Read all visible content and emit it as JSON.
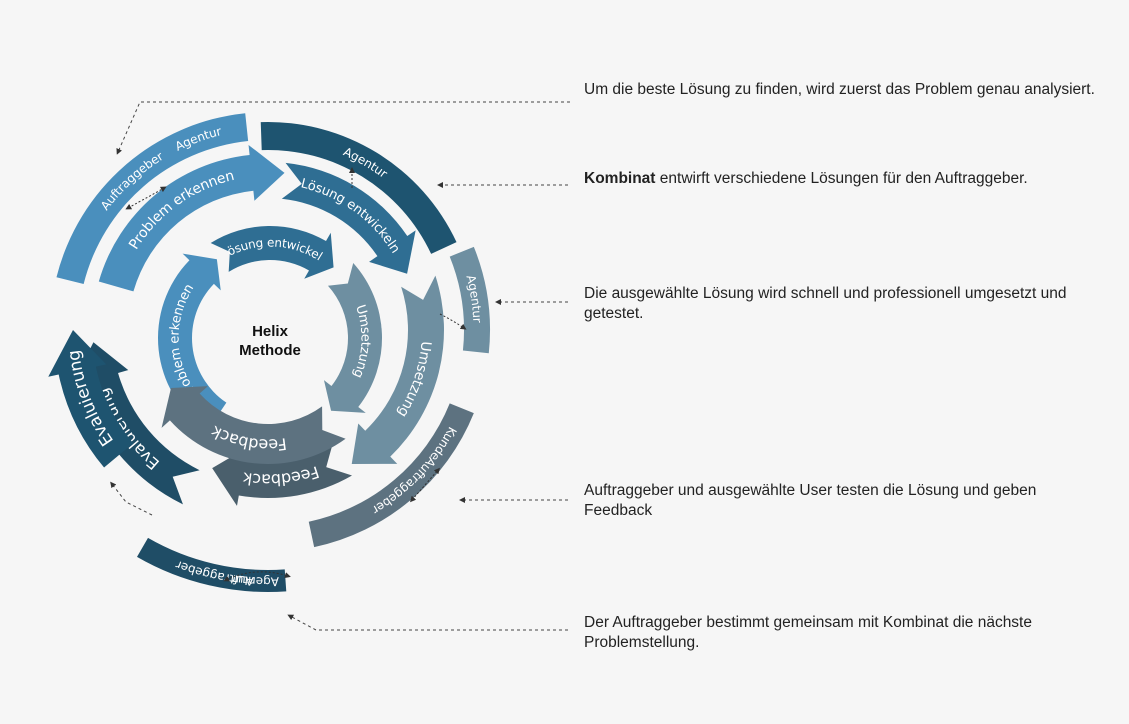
{
  "center": {
    "line1": "Helix",
    "line2": "Methode"
  },
  "rings": {
    "inner": [
      "Lösung entwickeln",
      "Umsetzung",
      "Feedback",
      "Problem erkennen"
    ],
    "middle": [
      "Lösung entwickeln",
      "Umsetzung",
      "Feedback",
      "Evaluierung",
      "Problem erkennen"
    ],
    "roles": {
      "agentur_top": "Agentur",
      "agentur_right": "Agentur",
      "auftraggeber_left": "Auftraggeber",
      "agentur_left": "Agentur",
      "kunde": "Kunde",
      "auftraggeber_right": "Auftraggeber",
      "bottom_auftraggeber": "Auftraggeber",
      "bottom_agentur": "Agentur"
    },
    "evaluierung_outer": "Evaluierung"
  },
  "descriptions": [
    {
      "bold": "",
      "text": "Um die beste Lösung zu finden, wird zuerst das Problem genau analysiert."
    },
    {
      "bold": "Kombinat",
      "text": " entwirft verschiedene Lösungen für den Auftraggeber."
    },
    {
      "bold": "",
      "text": "Die ausgewählte Lösung wird schnell und professionell umgesetzt und getestet."
    },
    {
      "bold": "",
      "text": "Auftraggeber und ausgewählte User testen die Lösung und geben Feedback"
    },
    {
      "bold": "",
      "text": "Der Auftraggeber bestimmt gemeinsam mit Kombinat die nächste Problemstellung."
    }
  ],
  "colors": {
    "light_blue": "#4a8fbd",
    "mid_blue": "#2f6e93",
    "dark_blue": "#1e5470",
    "steel": "#6e8fa1",
    "slate": "#5d7280",
    "slate_dark": "#4a5f6c",
    "navy": "#1f4d66",
    "background": "#f6f6f6"
  }
}
